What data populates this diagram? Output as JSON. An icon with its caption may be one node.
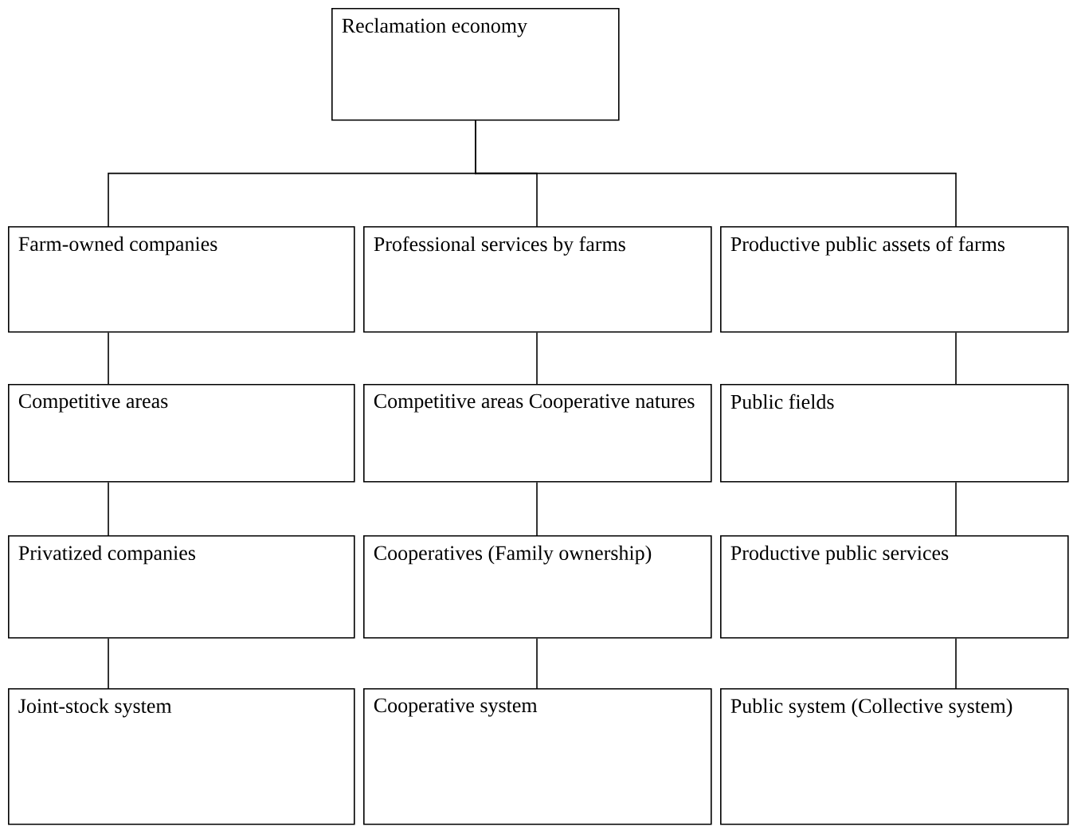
{
  "diagram": {
    "nodes": [
      {
        "text": [
          "Reclamation economy"
        ]
      },
      {
        "text": [
          "Farm-owned companies"
        ]
      },
      {
        "text": [
          "Professional services by farms"
        ]
      },
      {
        "text": [
          "Productive public assets of farms"
        ]
      },
      {
        "text": [
          "Competitive areas"
        ]
      },
      {
        "text": [
          "Competitive areas Cooperative natures"
        ]
      },
      {
        "text": [
          "Public fields"
        ]
      },
      {
        "text": [
          "Privatized companies"
        ]
      },
      {
        "text": [
          "Cooperatives (Family ownership)"
        ]
      },
      {
        "text": [
          "Productive public services"
        ]
      },
      {
        "text": [
          "Joint-stock system"
        ]
      },
      {
        "text": [
          "Cooperative system"
        ]
      },
      {
        "text": [
          "Public system (Collective system)"
        ]
      }
    ],
    "edges": [
      {
        "from": 0,
        "to": 1,
        "arrow": "none"
      },
      {
        "from": 0,
        "to": 2,
        "arrow": "none"
      },
      {
        "from": 0,
        "to": 3,
        "arrow": "none"
      },
      {
        "from": 1,
        "to": 4,
        "arrow": "none"
      },
      {
        "from": 2,
        "to": 5,
        "arrow": "none"
      },
      {
        "from": 3,
        "to": 6,
        "arrow": "none"
      },
      {
        "from": 4,
        "to": 7,
        "arrow": "none"
      },
      {
        "from": 5,
        "to": 8,
        "arrow": "none"
      },
      {
        "from": 6,
        "to": 9,
        "arrow": "none"
      },
      {
        "from": 7,
        "to": 10,
        "arrow": "none"
      },
      {
        "from": 8,
        "to": 11,
        "arrow": "none"
      },
      {
        "from": 9,
        "to": 12,
        "arrow": "none"
      }
    ]
  }
}
